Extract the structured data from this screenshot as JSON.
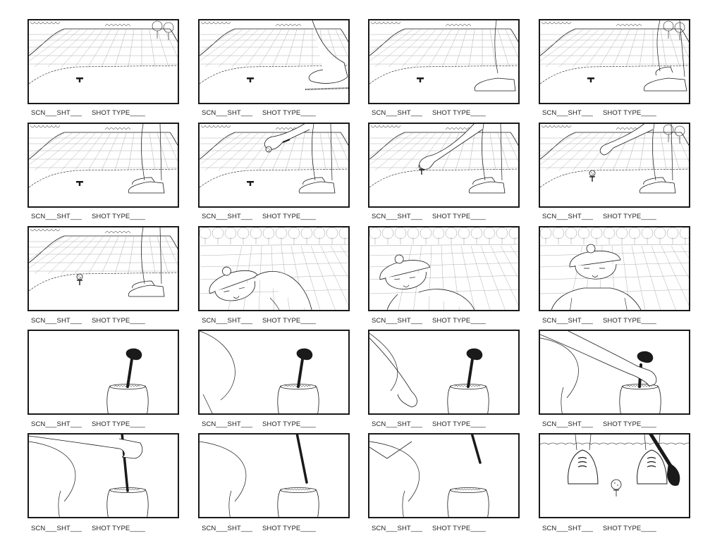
{
  "storyboard": {
    "label_parts": {
      "scene": "SCN___",
      "shot": "SHT___",
      "shot_type": "SHOT TYPE____"
    },
    "panels": [
      {
        "scene": "tee-on-fairway"
      },
      {
        "scene": "foot-enters-with-shadow"
      },
      {
        "scene": "golfer-foot-steps-in"
      },
      {
        "scene": "golfer-both-feet"
      },
      {
        "scene": "golfer-standing-by-tee"
      },
      {
        "scene": "hand-holding-ball"
      },
      {
        "scene": "placing-ball-on-tee"
      },
      {
        "scene": "ball-on-tee-hand-withdraws"
      },
      {
        "scene": "ball-on-tee-golfer-waits"
      },
      {
        "scene": "old-golfer-leaning-closeup"
      },
      {
        "scene": "old-golfer-rising"
      },
      {
        "scene": "old-golfer-front-view"
      },
      {
        "scene": "club-in-bag"
      },
      {
        "scene": "golfer-approaches-bag"
      },
      {
        "scene": "hand-reaches-for-club"
      },
      {
        "scene": "hand-grips-club"
      },
      {
        "scene": "club-pulled-out"
      },
      {
        "scene": "club-lifted-higher"
      },
      {
        "scene": "club-leaves-frame"
      },
      {
        "scene": "feet-ball-and-club"
      }
    ]
  },
  "colors": {
    "ink": "#1a1a1a",
    "sketch": "#9a9a9a",
    "paper": "#ffffff"
  }
}
